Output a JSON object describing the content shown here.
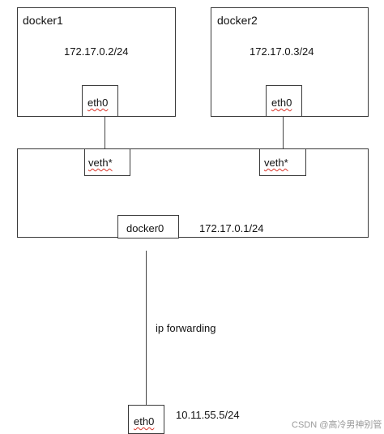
{
  "containers": [
    {
      "name": "docker1",
      "ip": "172.17.0.2/24",
      "interface": "eth0"
    },
    {
      "name": "docker2",
      "ip": "172.17.0.3/24",
      "interface": "eth0"
    }
  ],
  "bridge": {
    "veth_left": "veth*",
    "veth_right": "veth*",
    "name": "docker0",
    "ip": "172.17.0.1/24"
  },
  "link_label": "ip forwarding",
  "host": {
    "interface": "eth0",
    "ip": "10.11.55.5/24"
  },
  "watermark": "CSDN @高冷男神别管"
}
